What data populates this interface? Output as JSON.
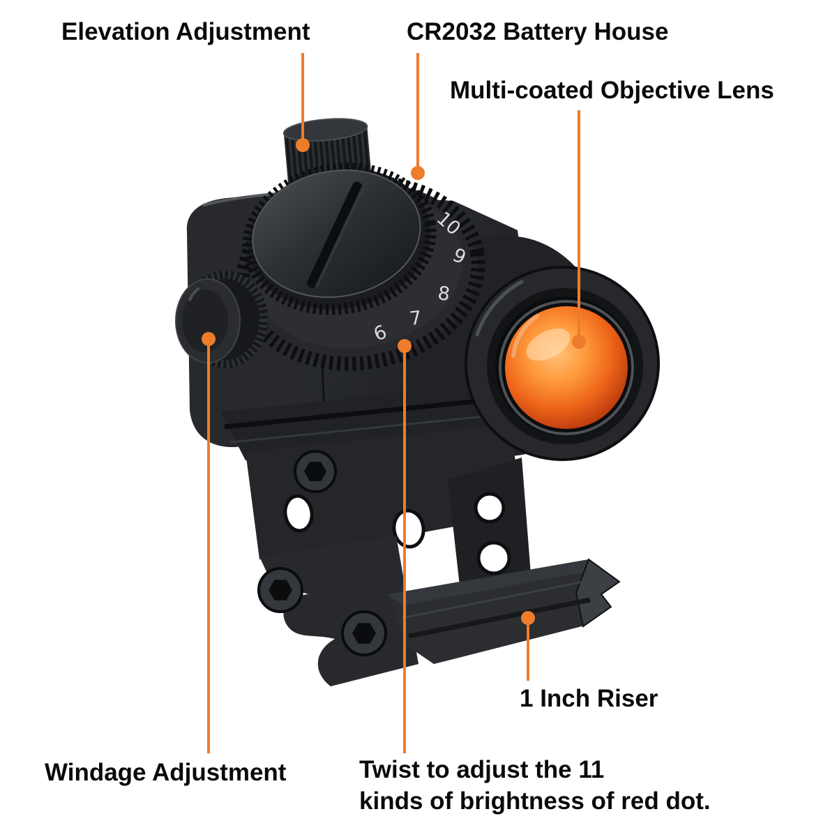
{
  "colors": {
    "accent": "#ED7C2B",
    "text": "#0A0A0A",
    "background": "#FFFFFF"
  },
  "annotations": {
    "elevation": "Elevation Adjustment",
    "battery": "CR2032 Battery House",
    "objective": "Multi-coated Objective Lens",
    "windage": "Windage Adjustment",
    "brightness_line1": "Twist to adjust the 11",
    "brightness_line2": "kinds of brightness of red dot.",
    "riser": "1 Inch Riser"
  },
  "dial": {
    "numbers": [
      "10",
      "9",
      "8",
      "7",
      "6"
    ]
  }
}
